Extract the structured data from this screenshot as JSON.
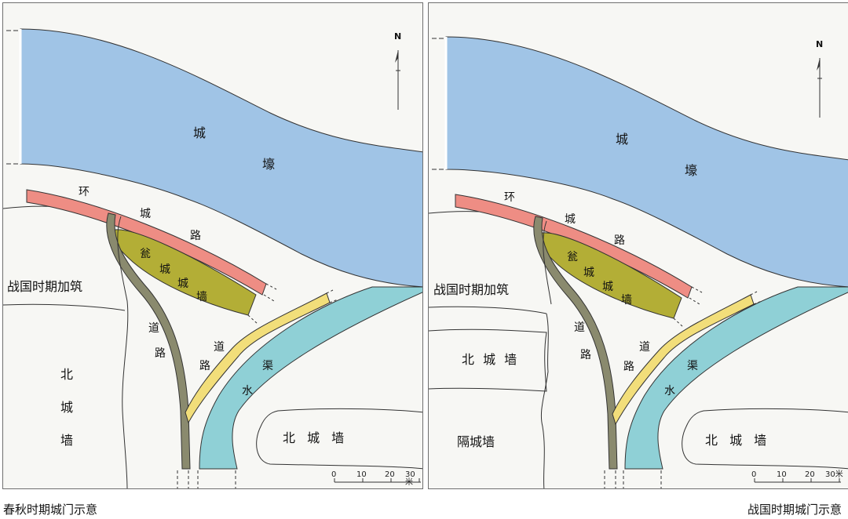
{
  "captions": {
    "left": "春秋时期城门示意",
    "right": "战国时期城门示意"
  },
  "north_label": "N",
  "labels": {
    "moat_1": "城",
    "moat_2": "壕",
    "ring_road": [
      "环",
      "城",
      "路"
    ],
    "ceramic_wall": [
      "瓮",
      "城",
      "城",
      "墙"
    ],
    "road_a": [
      "道",
      "路"
    ],
    "road_b": [
      "道",
      "路"
    ],
    "canal": [
      "渠",
      "水"
    ],
    "warring_states_addition": "战国时期加筑",
    "north_wall": "北 城 墙",
    "north_wall_vertical": [
      "北",
      "城",
      "墙"
    ],
    "partition_wall": "隔城墙"
  },
  "scale_bar": {
    "ticks": [
      "0",
      "10",
      "20",
      "30米"
    ]
  },
  "colors": {
    "moat": "#a0c4e6",
    "canal": "#8fd0d6",
    "ring_road": "#ee8d84",
    "ceramic_wall": "#b3ae36",
    "road_gray": "#8a8a6e",
    "road_yellow": "#f2de7a",
    "background": "#f7f7f4"
  }
}
